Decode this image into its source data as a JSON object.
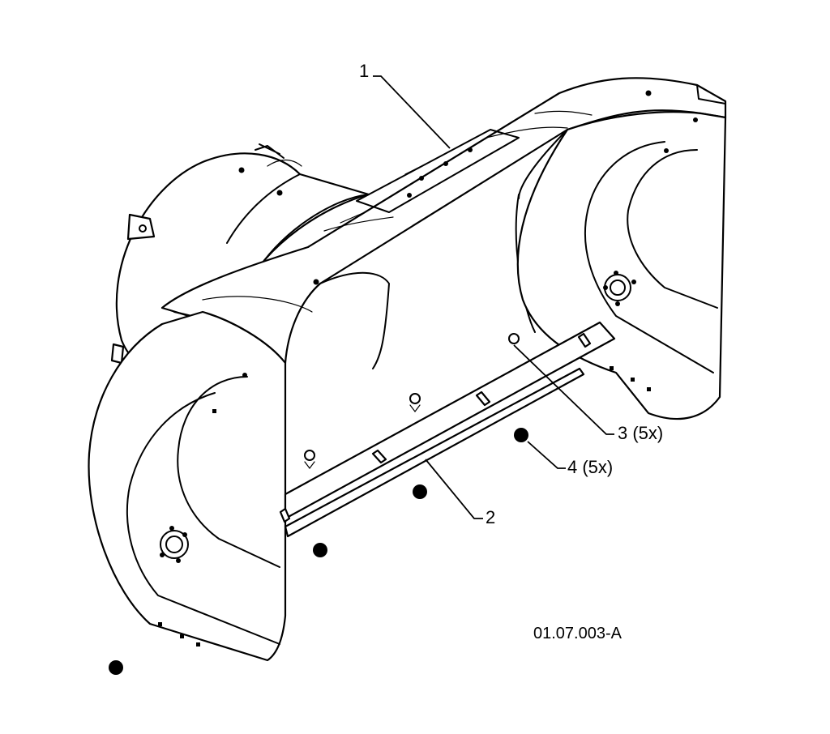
{
  "callouts": [
    {
      "id": "1",
      "label": "1"
    },
    {
      "id": "2",
      "label": "2"
    },
    {
      "id": "3",
      "label": "3 (5x)"
    },
    {
      "id": "4",
      "label": "4 (5x)"
    }
  ],
  "figure_id": "01.07.003-A",
  "colors": {
    "ink": "#000000",
    "paper": "#ffffff"
  }
}
